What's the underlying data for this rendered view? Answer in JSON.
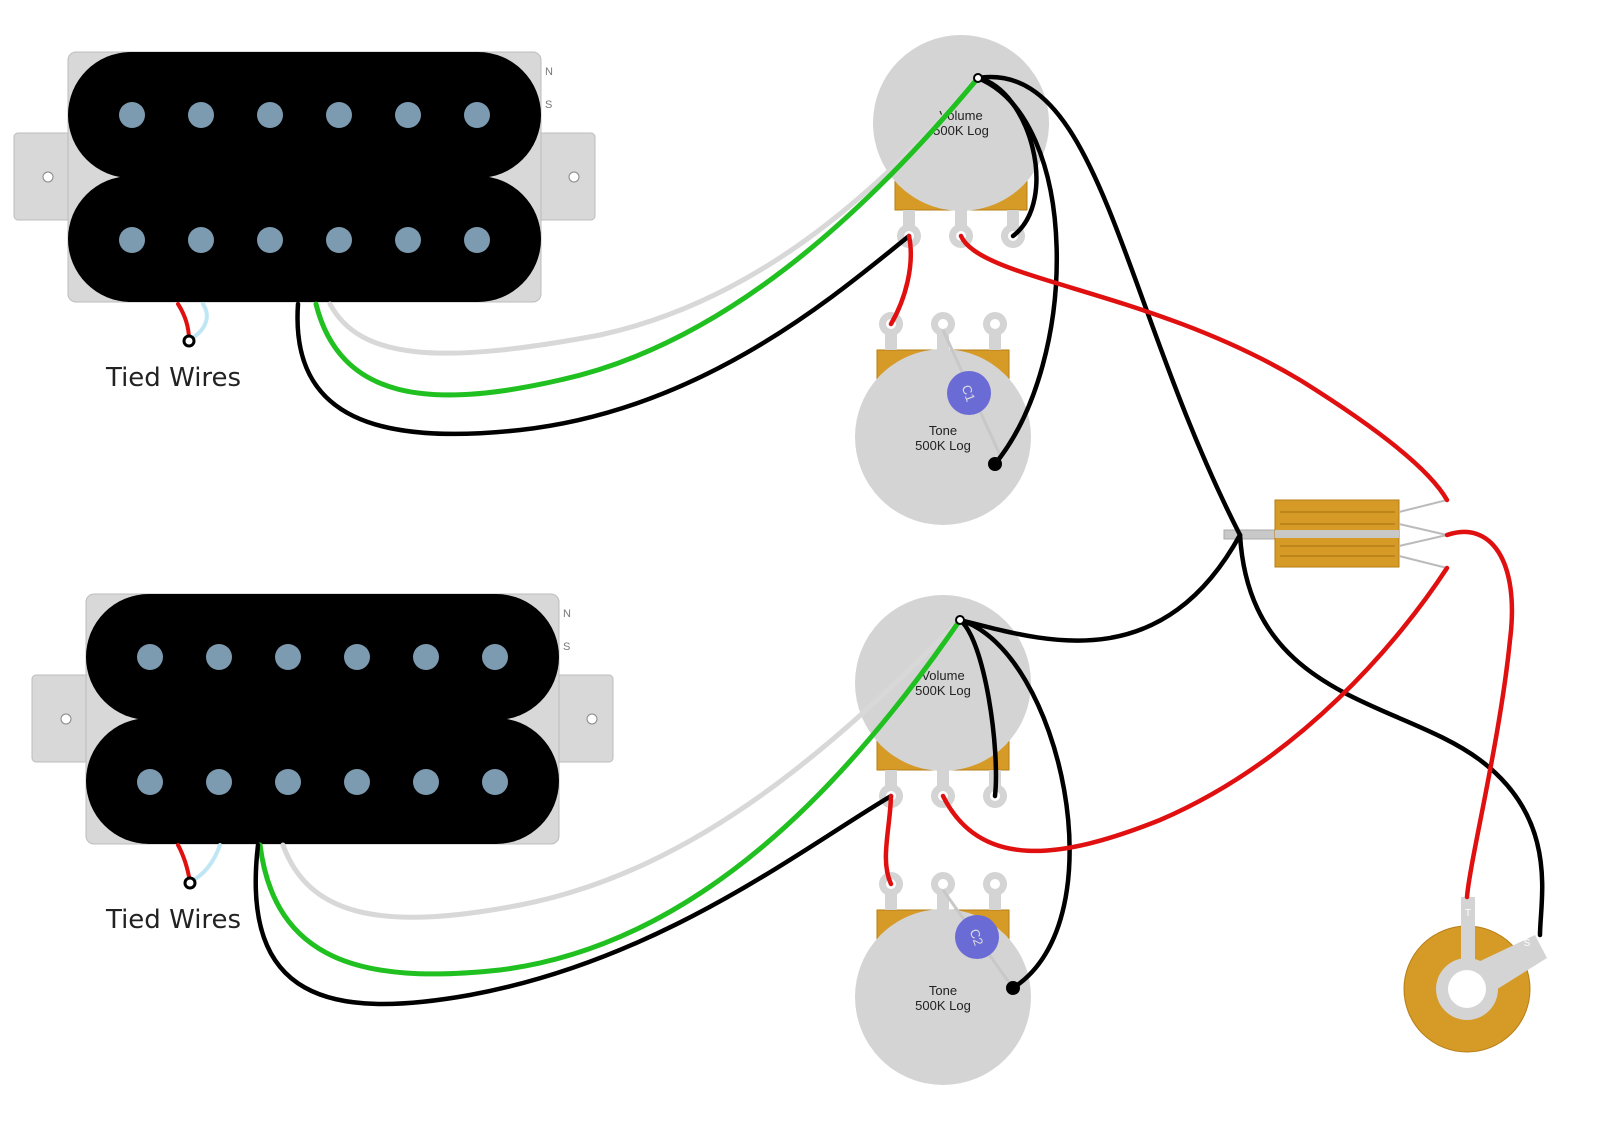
{
  "colors": {
    "background": "#ffffff",
    "pickup_body": "#000000",
    "pickup_base": "#d8d8d8",
    "pole": "#7c9bb0",
    "pot_body": "#d4d4d4",
    "pot_bracket": "#d69a27",
    "capacitor": "#6b6bd6",
    "wire_red": "#e01010",
    "wire_green": "#20c020",
    "wire_white": "#d8d8d8",
    "wire_black": "#000000",
    "switch_body": "#d69a27",
    "jack": "#d69a27"
  },
  "pickups": [
    {
      "id": "bridge",
      "north_label": "N",
      "south_label": "S",
      "tied_label": "Tied Wires"
    },
    {
      "id": "neck",
      "north_label": "N",
      "south_label": "S",
      "tied_label": "Tied Wires"
    }
  ],
  "pots": [
    {
      "id": "vol1",
      "line1": "Volume",
      "line2": "500K Log"
    },
    {
      "id": "tone1",
      "line1": "Tone",
      "line2": "500K Log",
      "cap_label": "C1"
    },
    {
      "id": "vol2",
      "line1": "Volume",
      "line2": "500K Log"
    },
    {
      "id": "tone2",
      "line1": "Tone",
      "line2": "500K Log",
      "cap_label": "C2"
    }
  ],
  "jack": {
    "tip_label": "T",
    "sleeve_label": "S"
  },
  "icons": {
    "pickup": "humbucker-icon",
    "pot": "potentiometer-icon",
    "switch": "toggle-switch-icon",
    "jack": "output-jack-icon",
    "cap": "capacitor-icon"
  }
}
